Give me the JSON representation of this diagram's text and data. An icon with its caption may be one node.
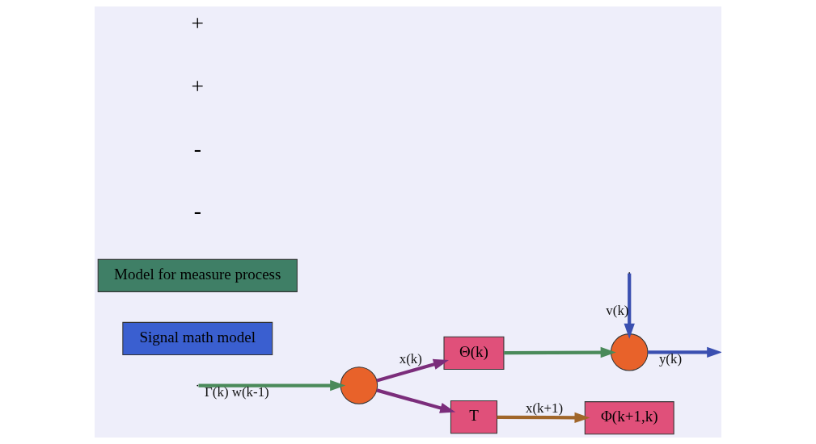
{
  "diagram": {
    "nodes": [
      {
        "text": [],
        "shape": "circle"
      },
      {
        "text": [
          "Θ(k)"
        ]
      },
      {
        "text": [],
        "shape": "circle"
      },
      {
        "text": [
          "T"
        ]
      },
      {
        "text": [
          "Φ(k+1,k)"
        ]
      },
      {
        "text": [
          "Signal math model"
        ]
      },
      {
        "text": [
          "Model for measure process"
        ]
      }
    ],
    "edges": [
      {
        "from": null,
        "to": 0,
        "arrow": "to",
        "label": "Γ(k) w(k-1)",
        "color": "#4a8a5a"
      },
      {
        "from": 0,
        "to": 1,
        "arrow": "to",
        "label": "x(k)",
        "color": "#7b2d7b"
      },
      {
        "from": 0,
        "to": 3,
        "arrow": "to",
        "color": "#7b2d7b"
      },
      {
        "from": 3,
        "to": 4,
        "arrow": "to",
        "label": "x(k+1)",
        "color": "#a0662a"
      },
      {
        "from": 1,
        "to": 2,
        "arrow": "to",
        "color": "#4a8a5a"
      },
      {
        "from": 2,
        "to": null,
        "arrow": "to",
        "label": "y(k)",
        "color": "#3a4fb0"
      },
      {
        "from": null,
        "to": 2,
        "arrow": "to",
        "label": "v(k)",
        "color": "#3a4fb0"
      }
    ],
    "labels": [
      "-",
      "-",
      "+",
      "+"
    ]
  }
}
